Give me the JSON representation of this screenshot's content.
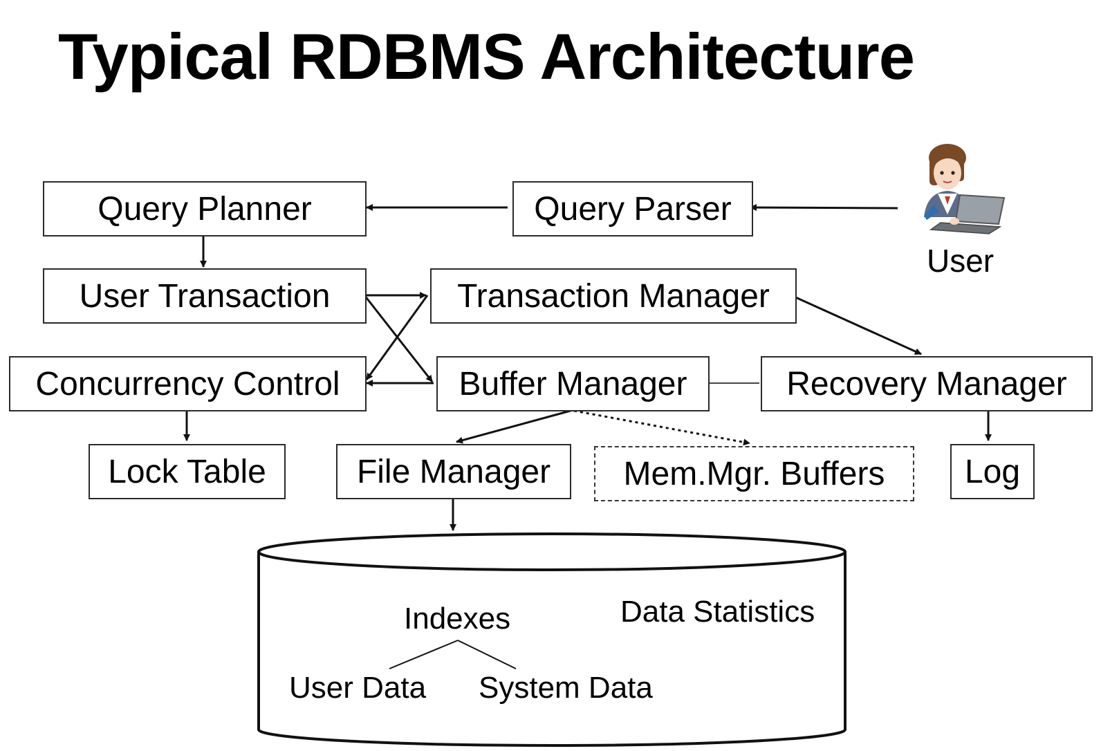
{
  "title": "Typical RDBMS Architecture",
  "components": {
    "query_planner": "Query Planner",
    "query_parser": "Query Parser",
    "user_transaction": "User Transaction",
    "transaction_manager": "Transaction Manager",
    "concurrency_control": "Concurrency Control",
    "buffer_manager": "Buffer Manager",
    "recovery_manager": "Recovery Manager",
    "lock_table": "Lock Table",
    "file_manager": "File Manager",
    "mem_mgr_buffers": "Mem.Mgr. Buffers",
    "log": "Log"
  },
  "user": {
    "label": "User",
    "icon": "user-at-laptop-icon"
  },
  "storage": {
    "indexes": "Indexes",
    "data_statistics": "Data Statistics",
    "user_data": "User Data",
    "system_data": "System Data"
  }
}
